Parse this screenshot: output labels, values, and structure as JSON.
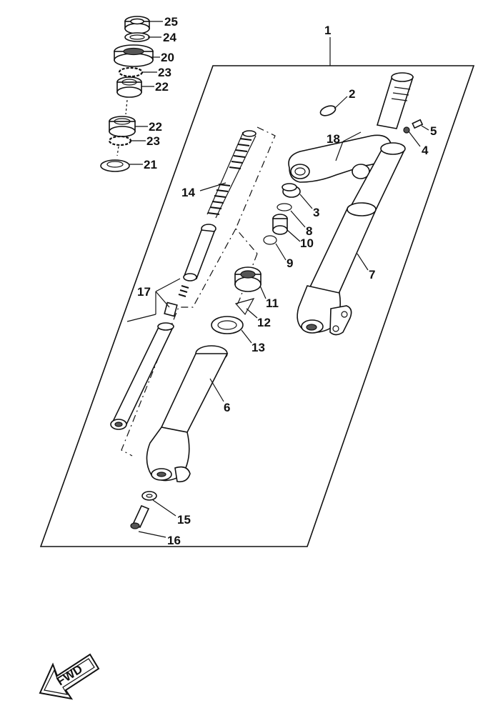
{
  "callouts": {
    "c1": "1",
    "c2": "2",
    "c3": "3",
    "c4": "4",
    "c5": "5",
    "c6": "6",
    "c7": "7",
    "c8": "8",
    "c9": "9",
    "c10": "10",
    "c11": "11",
    "c12": "12",
    "c13": "13",
    "c14": "14",
    "c15": "15",
    "c16": "16",
    "c17": "17",
    "c18": "18",
    "c20": "20",
    "c21": "21",
    "c22a": "22",
    "c22b": "22",
    "c23a": "23",
    "c23b": "23",
    "c24": "24",
    "c25": "25"
  },
  "direction_arrow": {
    "label": "FWD"
  },
  "colors": {
    "ink": "#111111",
    "paper": "#ffffff",
    "shade": "#555555"
  }
}
